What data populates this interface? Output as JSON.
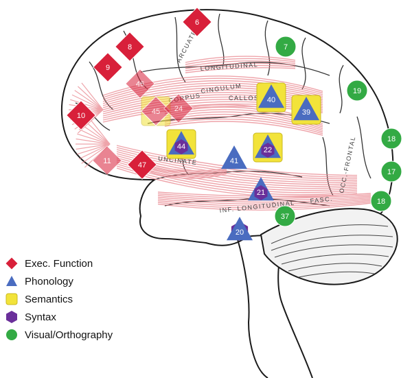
{
  "colors": {
    "exec": "#d8203a",
    "phon": "#4a6cc0",
    "sem": "#f2e33a",
    "syn": "#6a2f9a",
    "vis": "#33aa44",
    "tract": "#e9868e"
  },
  "tract_labels": {
    "arcuate": "ARCUATE",
    "longitudinal": "LONGITUDINAL",
    "cingulum": "CINGULUM",
    "callosum": "CALLOSUM",
    "corpus": "CORPUS",
    "uncinate": "UNCINATE",
    "inf_longitudinal": "INF. LONGITUDINAL",
    "fasc": "FASC.",
    "occ_frontal": "OCC.-FRONTAL"
  },
  "regions": [
    {
      "id": "6",
      "type": "exec"
    },
    {
      "id": "8",
      "type": "exec"
    },
    {
      "id": "9",
      "type": "exec"
    },
    {
      "id": "46",
      "type": "exec"
    },
    {
      "id": "10",
      "type": "exec"
    },
    {
      "id": "45",
      "type": "exec"
    },
    {
      "id": "11",
      "type": "exec"
    },
    {
      "id": "47",
      "type": "exec"
    },
    {
      "id": "24",
      "type": "exec"
    },
    {
      "id": "7",
      "type": "vis"
    },
    {
      "id": "19",
      "type": "vis"
    },
    {
      "id": "18",
      "type": "vis"
    },
    {
      "id": "17",
      "type": "vis"
    },
    {
      "id": "18",
      "type": "vis"
    },
    {
      "id": "37",
      "type": "vis"
    },
    {
      "id": "40",
      "type": "phon"
    },
    {
      "id": "39",
      "type": "phon"
    },
    {
      "id": "41",
      "type": "phon"
    },
    {
      "id": "22",
      "type": "phon"
    },
    {
      "id": "21",
      "type": "phon"
    },
    {
      "id": "20",
      "type": "phon"
    },
    {
      "id": "44",
      "type": "phon"
    }
  ],
  "legend": [
    {
      "label": "Exec. Function",
      "type": "exec"
    },
    {
      "label": "Phonology",
      "type": "phon"
    },
    {
      "label": "Semantics",
      "type": "sem"
    },
    {
      "label": "Syntax",
      "type": "syn"
    },
    {
      "label": "Visual/Orthography",
      "type": "vis"
    }
  ]
}
